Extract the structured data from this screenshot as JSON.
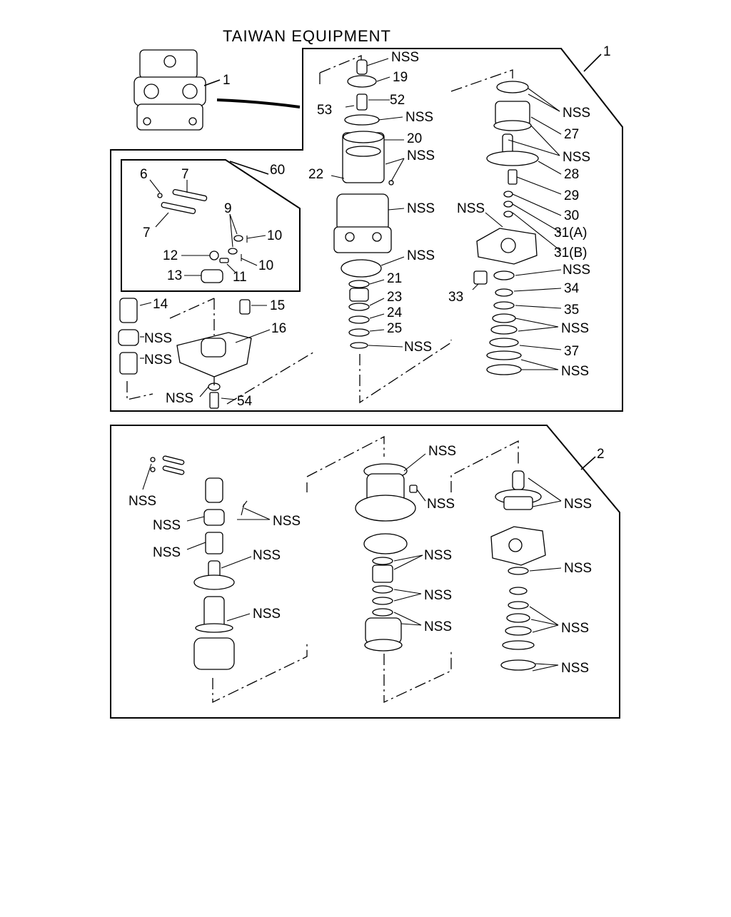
{
  "title": "TAIWAN EQUIPMENT",
  "assembly_labels": {
    "top_assembly": "1",
    "bottom_assembly": "2",
    "kit": "60"
  },
  "top_labels": {
    "col_b": [
      "NSS",
      "19",
      "53",
      "52",
      "NSS",
      "20",
      "NSS",
      "22",
      "NSS",
      "NSS",
      "21",
      "23",
      "24",
      "25",
      "NSS"
    ],
    "col_c": [
      "NSS",
      "27",
      "NSS",
      "28",
      "29",
      "30",
      "NSS",
      "31(A)",
      "31(B)",
      "NSS",
      "34",
      "35",
      "NSS",
      "37",
      "NSS",
      "33"
    ],
    "kit": [
      "6",
      "7",
      "7",
      "9",
      "10",
      "10",
      "12",
      "11",
      "13"
    ],
    "lower_left": [
      "14",
      "NSS",
      "NSS",
      "15",
      "16",
      "NSS",
      "54"
    ],
    "pump": "1"
  },
  "bottom_labels": {
    "col_a": [
      "NSS",
      "NSS",
      "NSS",
      "NSS",
      "NSS",
      "NSS"
    ],
    "col_b": [
      "NSS",
      "NSS",
      "NSS",
      "NSS",
      "NSS"
    ],
    "col_c": [
      "NSS",
      "NSS",
      "NSS",
      "NSS"
    ]
  }
}
